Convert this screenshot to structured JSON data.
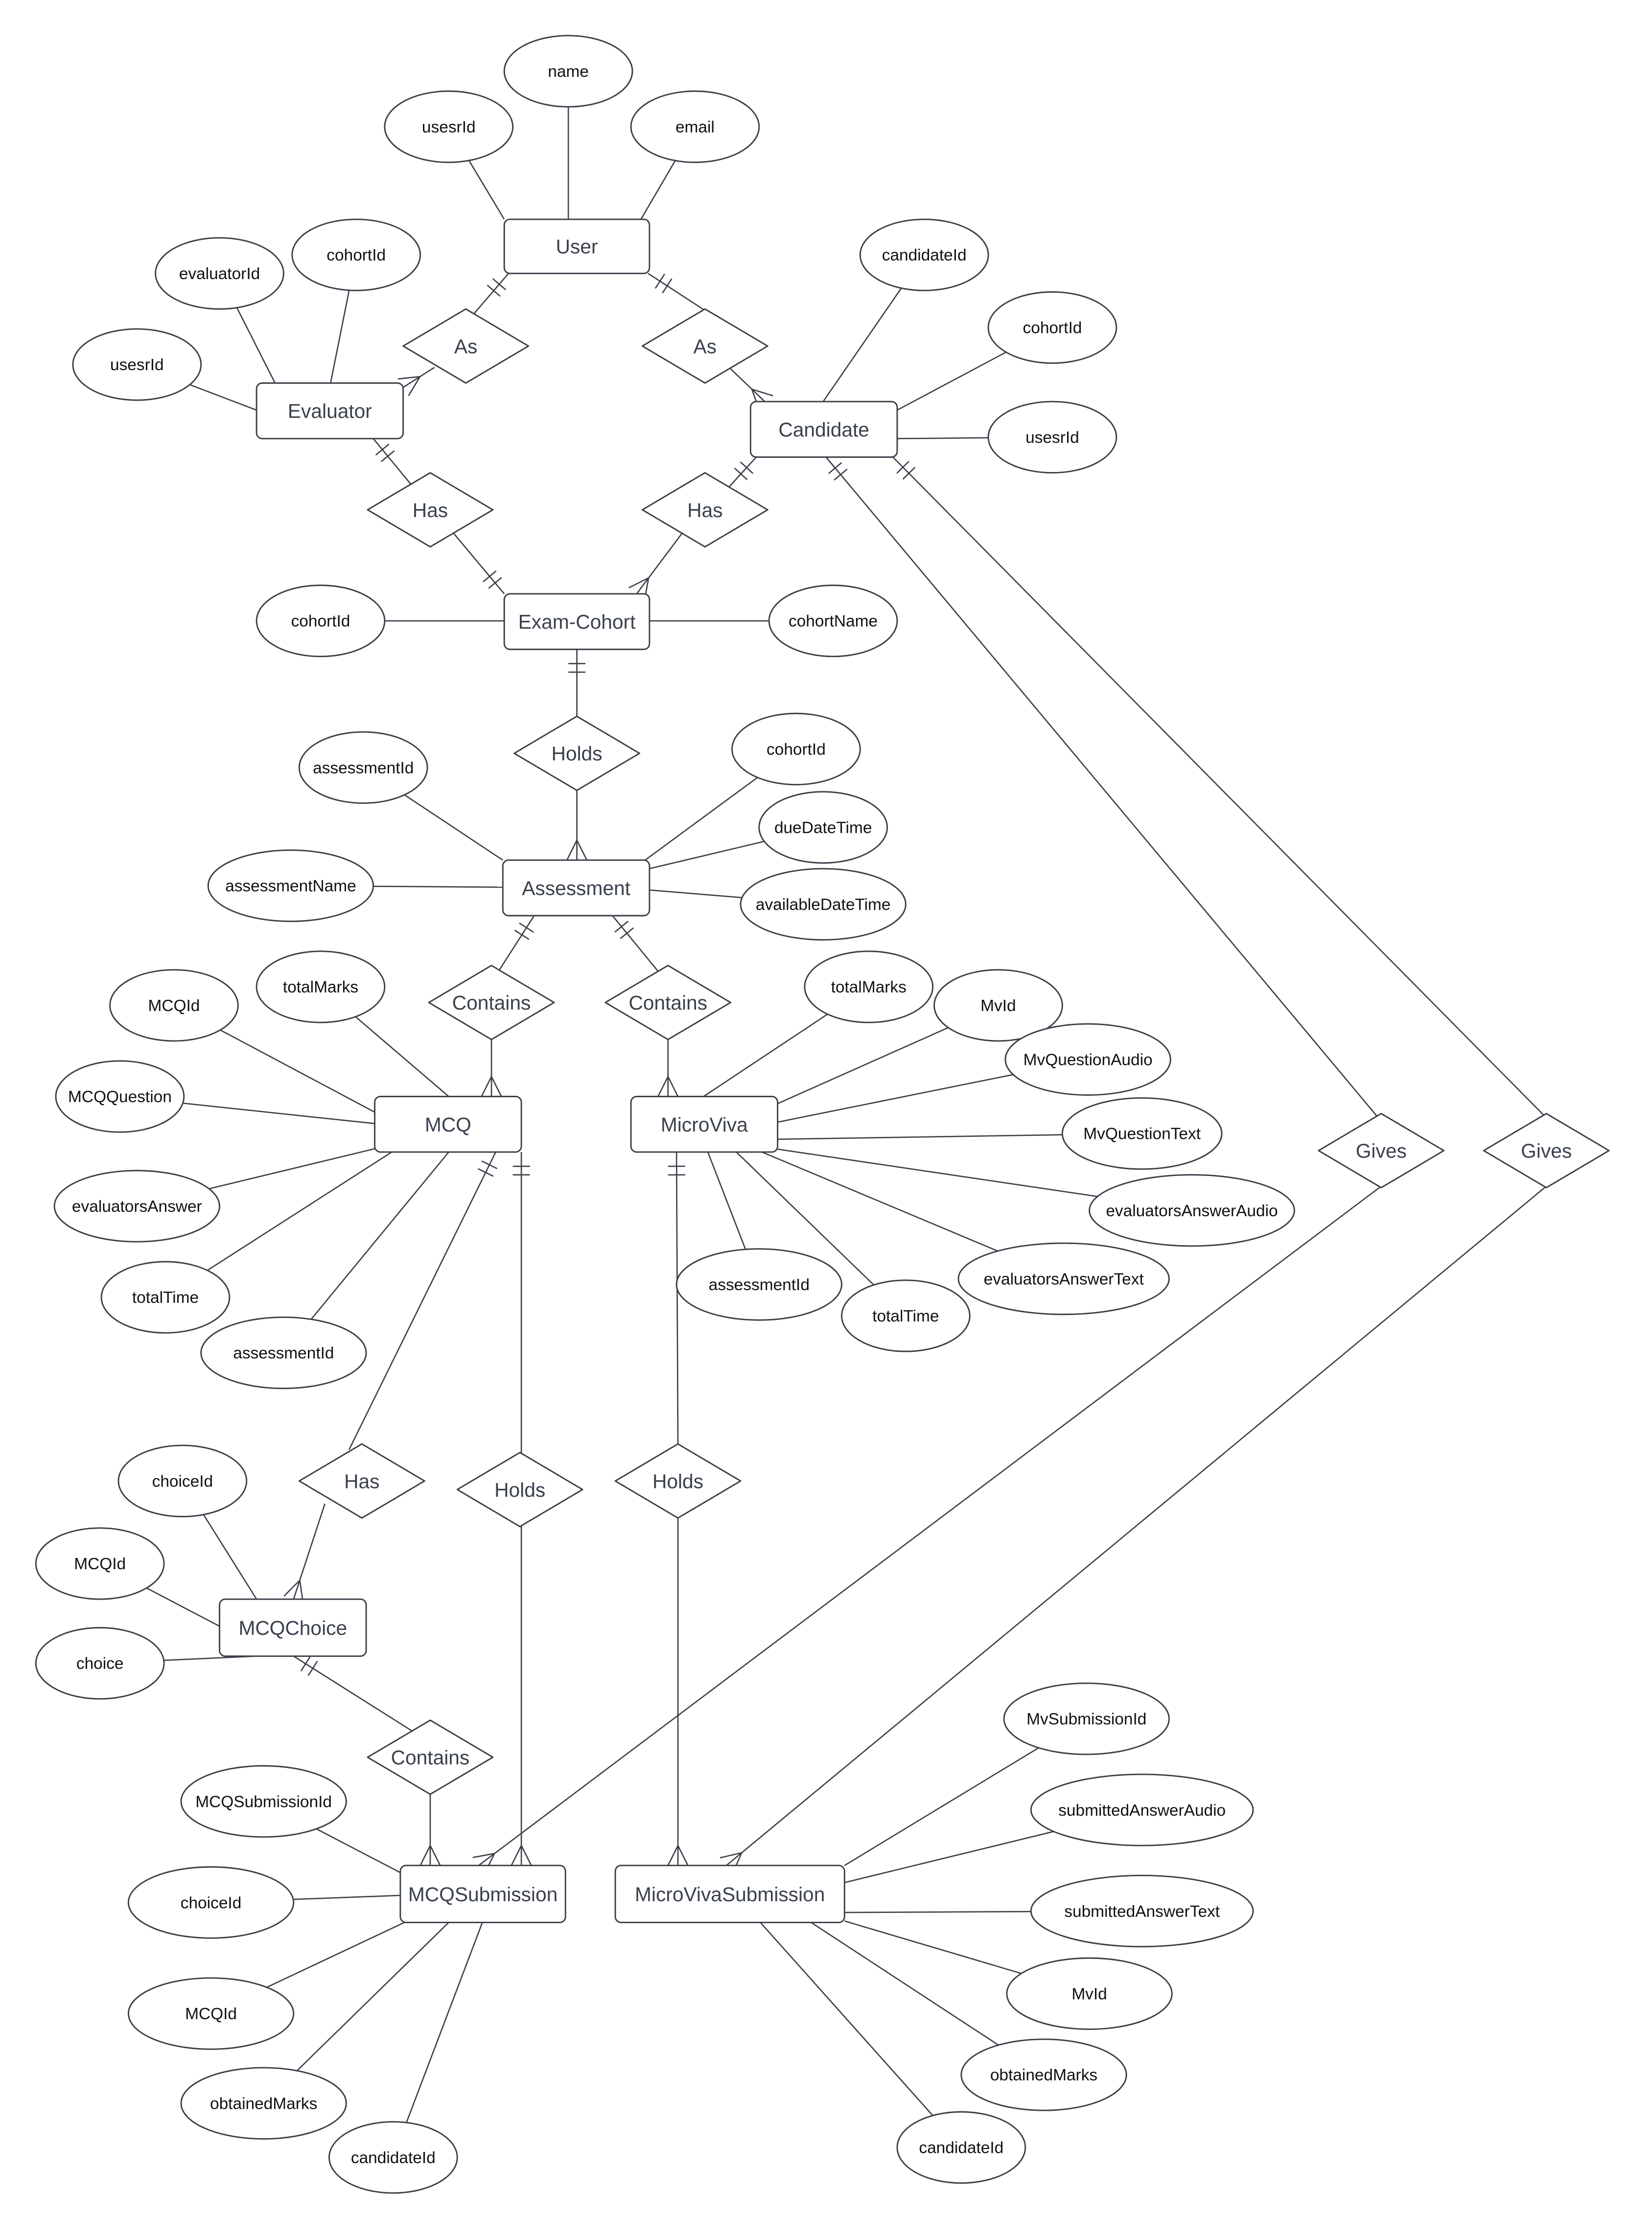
{
  "entities": {
    "user": "User",
    "evaluator": "Evaluator",
    "candidate": "Candidate",
    "exam_cohort": "Exam-Cohort",
    "assessment": "Assessment",
    "mcq": "MCQ",
    "microviva": "MicroViva",
    "mcq_choice": "MCQChoice",
    "mcq_submission": "MCQSubmission",
    "microviva_submission": "MicroVivaSubmission"
  },
  "relationships": {
    "user_evaluator": "As",
    "user_candidate": "As",
    "evaluator_cohort": "Has",
    "candidate_cohort": "Has",
    "cohort_assessment": "Holds",
    "assessment_mcq": "Contains",
    "assessment_microviva": "Contains",
    "candidate_mcq_submission": "Gives",
    "candidate_microviva_submission": "Gives",
    "mcq_choice": "Has",
    "mcq_submission": "Holds",
    "microviva_submission": "Holds",
    "choice_submission": "Contains"
  },
  "attributes": {
    "user": [
      "name",
      "usesrId",
      "email"
    ],
    "evaluator": [
      "evaluatorId",
      "cohortId",
      "usesrId"
    ],
    "candidate": [
      "candidateId",
      "cohortId",
      "usesrId"
    ],
    "exam_cohort": [
      "cohortId",
      "cohortName"
    ],
    "assessment": [
      "assessmentId",
      "assessmentName",
      "cohortId",
      "dueDateTime",
      "availableDateTime"
    ],
    "mcq": [
      "MCQId",
      "totalMarks",
      "MCQQuestion",
      "evaluatorsAnswer",
      "totalTime",
      "assessmentId"
    ],
    "microviva": [
      "totalMarks",
      "MvId",
      "MvQuestionAudio",
      "MvQuestionText",
      "evaluatorsAnswerAudio",
      "evaluatorsAnswerText",
      "assessmentId",
      "totalTime"
    ],
    "mcq_choice": [
      "choiceId",
      "MCQId",
      "choice"
    ],
    "mcq_submission": [
      "MCQSubmissionId",
      "choiceId",
      "MCQId",
      "obtainedMarks",
      "candidateId"
    ],
    "microviva_submission": [
      "MvSubmissionId",
      "submittedAnswerAudio",
      "submittedAnswerText",
      "MvId",
      "obtainedMarks",
      "candidateId"
    ]
  },
  "colors": {
    "stroke": "#3a3f48",
    "entity_text": "#3a414d"
  }
}
